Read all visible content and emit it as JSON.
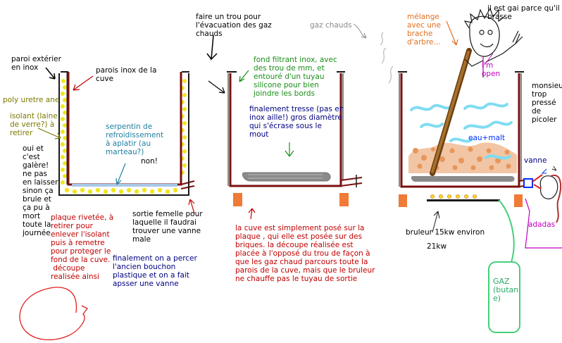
{
  "labels": {
    "paroi_exterieur": "paroi extérier\nen inox",
    "parois_inox_cuve": "parois inox de la\ncuve",
    "poly_uretre": "poly uretre ane",
    "isolant": "isolant (laine\nde verre?) à\nretirer",
    "galere": "oui et\nc'est\ngalère!\nne pas\nen laisser\nsinon ça\nbrule et\nça pu à\nmort\ntoute la\njournée",
    "serpentin": "serpentin de\nrefroidissement\nà aplatir (au\nmarteau?)",
    "non": "non!",
    "plaque_rivetee": "plaque rivetée, à\nretirer pour\nenlever l'isolant\npuis à remetre\npour proteger le\nfond de la cuve.\n découpe\nrealisée ainsi",
    "sortie_femelle": "sortie femelle pour\nlaquelle il faudrai\ntrouver une vanne\nmale",
    "finalement_percer": "finalement on a percer\nl'ancien bouchon\nplastique et on a fait\napsser une vanne",
    "faire_trou": "faire un trou pour\nl'évacuation des gaz\nchauds",
    "fond_filtrant": "fond filtrant inox, avec\ndes trou de mm, et\nentouré d'un tuyau\nsilicone pour bien\njoindre les bords",
    "tresse": "finalement tresse (pas en\ninox aille!) gros diamètre\nqui s'écrase sous le\nmout",
    "cuve_posee": "la cuve est simplement posé sur la\nplaque , qui elle est posée sur des\nbriques. la découpe réalisée est\nplacée à l'opposé du trou de façon à\nque les gaz chaud parcours toute la\nparois de la cuve, mais que le bruleur\nne chauffe pas le tuyau de sortie",
    "gaz_chauds": "gaz chauds",
    "melange": "mélange\navec une\nbrache\nd'arbre...",
    "il_est_gai": "il est gai parce qu'il\nbrasse",
    "im_open": "I'm\nopen",
    "eau_malt": "eau+malt",
    "monsieur": "monsieur\ntrop\npressé\nde\npicoler",
    "vanne": "vanne",
    "adadas": "adadas",
    "bruleur": "bruleur 15kw environ",
    "kw21": "21kw",
    "gaz_butane": "GAZ\n(butan\ne)"
  },
  "colors": {
    "wall": "#7a0f0f",
    "insulation": "#f2e51c",
    "brick": "#f07a36",
    "grain": "#e8965a",
    "water": "#7fdcf2",
    "stick": "#8b5a20",
    "gas_tube": "#44d07a",
    "coil": "#a8c8e8",
    "filter": "#8a8a8a"
  }
}
